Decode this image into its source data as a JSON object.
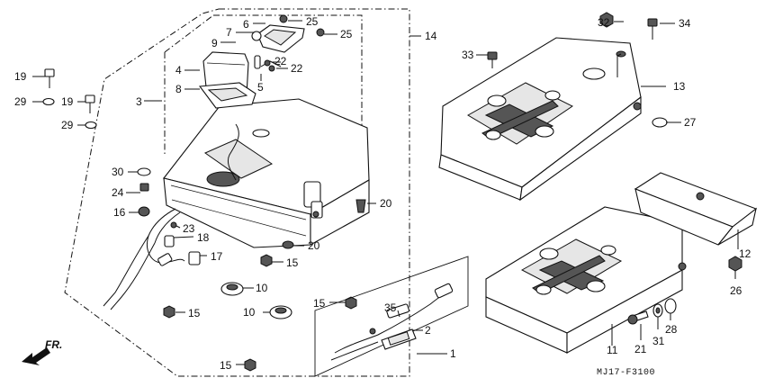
{
  "diagram": {
    "code": "MJ17-F3100",
    "direction_label": "FR.",
    "callouts": [
      {
        "id": "c1",
        "text": "1"
      },
      {
        "id": "c2",
        "text": "2"
      },
      {
        "id": "c3",
        "text": "3"
      },
      {
        "id": "c4",
        "text": "4"
      },
      {
        "id": "c5",
        "text": "5"
      },
      {
        "id": "c6",
        "text": "6"
      },
      {
        "id": "c7",
        "text": "7"
      },
      {
        "id": "c8",
        "text": "8"
      },
      {
        "id": "c9",
        "text": "9"
      },
      {
        "id": "c10a",
        "text": "10"
      },
      {
        "id": "c10b",
        "text": "10"
      },
      {
        "id": "c11",
        "text": "11"
      },
      {
        "id": "c12",
        "text": "12"
      },
      {
        "id": "c13",
        "text": "13"
      },
      {
        "id": "c14",
        "text": "14"
      },
      {
        "id": "c15a",
        "text": "15"
      },
      {
        "id": "c15b",
        "text": "15"
      },
      {
        "id": "c15c",
        "text": "15"
      },
      {
        "id": "c15d",
        "text": "15"
      },
      {
        "id": "c16",
        "text": "16"
      },
      {
        "id": "c17",
        "text": "17"
      },
      {
        "id": "c18",
        "text": "18"
      },
      {
        "id": "c19a",
        "text": "19"
      },
      {
        "id": "c19b",
        "text": "19"
      },
      {
        "id": "c20a",
        "text": "20"
      },
      {
        "id": "c20b",
        "text": "20"
      },
      {
        "id": "c21",
        "text": "21"
      },
      {
        "id": "c22a",
        "text": "22"
      },
      {
        "id": "c22b",
        "text": "22"
      },
      {
        "id": "c23",
        "text": "23"
      },
      {
        "id": "c24",
        "text": "24"
      },
      {
        "id": "c25a",
        "text": "25"
      },
      {
        "id": "c25b",
        "text": "25"
      },
      {
        "id": "c26",
        "text": "26"
      },
      {
        "id": "c27",
        "text": "27"
      },
      {
        "id": "c28",
        "text": "28"
      },
      {
        "id": "c29a",
        "text": "29"
      },
      {
        "id": "c29b",
        "text": "29"
      },
      {
        "id": "c30",
        "text": "30"
      },
      {
        "id": "c31",
        "text": "31"
      },
      {
        "id": "c32",
        "text": "32"
      },
      {
        "id": "c33",
        "text": "33"
      },
      {
        "id": "c34",
        "text": "34"
      },
      {
        "id": "c35",
        "text": "35"
      }
    ]
  }
}
